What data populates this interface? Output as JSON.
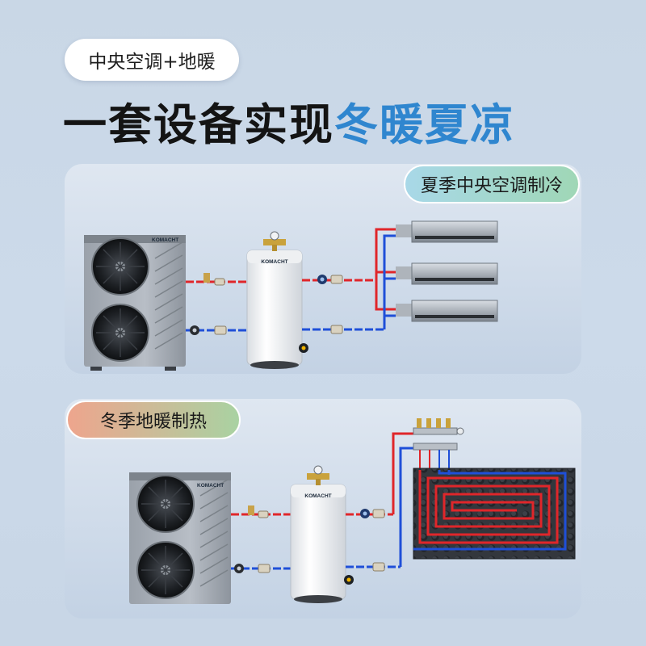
{
  "badge": {
    "label": "中央空调+地暖"
  },
  "headline": {
    "part_dark": "一套设备实现",
    "part_blue": "冬暖夏凉"
  },
  "summer": {
    "title": "夏季中央空调制冷",
    "heat_pump": {
      "brand": "KOMACHT",
      "tag": ""
    },
    "tank": {
      "brand": "KOMACHT",
      "tag": ""
    },
    "fan_coils": [
      {
        "tag": ""
      },
      {
        "tag": ""
      },
      {
        "tag": ""
      }
    ]
  },
  "winter": {
    "title": "冬季地暖制热",
    "heat_pump": {
      "brand": "KOMACHT",
      "tag": ""
    },
    "tank": {
      "brand": "KOMACHT",
      "tag": ""
    },
    "floor_heating": {
      "tag": ""
    }
  },
  "colors": {
    "accent_blue": "#2f86cf",
    "supply_pipe": "#e0262a",
    "return_pipe": "#1f4fd8",
    "headline_dark": "#141414"
  }
}
